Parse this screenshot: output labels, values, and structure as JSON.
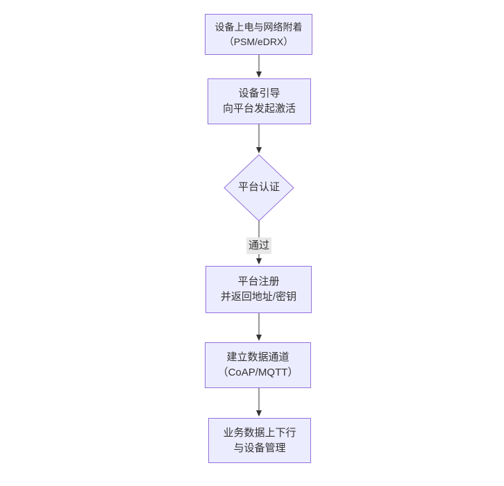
{
  "diagram": {
    "type": "flowchart",
    "direction": "top-down",
    "nodes": [
      {
        "id": "power",
        "shape": "rect",
        "lines": [
          "设备上电与网络附着",
          "（PSM/eDRX）"
        ]
      },
      {
        "id": "bootstrap",
        "shape": "rect",
        "lines": [
          "设备引导",
          "向平台发起激活"
        ]
      },
      {
        "id": "auth",
        "shape": "diamond",
        "lines": [
          "平台认证"
        ]
      },
      {
        "id": "register",
        "shape": "rect",
        "lines": [
          "平台注册",
          "并返回地址/密钥"
        ]
      },
      {
        "id": "channel",
        "shape": "rect",
        "lines": [
          "建立数据通道",
          "（CoAP/MQTT）"
        ]
      },
      {
        "id": "business",
        "shape": "rect",
        "lines": [
          "业务数据上下行",
          "与设备管理"
        ]
      }
    ],
    "edges": [
      {
        "from": "power",
        "to": "bootstrap",
        "label": ""
      },
      {
        "from": "bootstrap",
        "to": "auth",
        "label": ""
      },
      {
        "from": "auth",
        "to": "register",
        "label": "通过"
      },
      {
        "from": "register",
        "to": "channel",
        "label": ""
      },
      {
        "from": "channel",
        "to": "business",
        "label": ""
      }
    ],
    "colors": {
      "node_fill": "#ECECFF",
      "node_border": "#9370DB",
      "text": "#333333",
      "edge_stroke": "#333333",
      "edge_label_bg": "#e8e8e8",
      "background": "#ffffff"
    }
  }
}
